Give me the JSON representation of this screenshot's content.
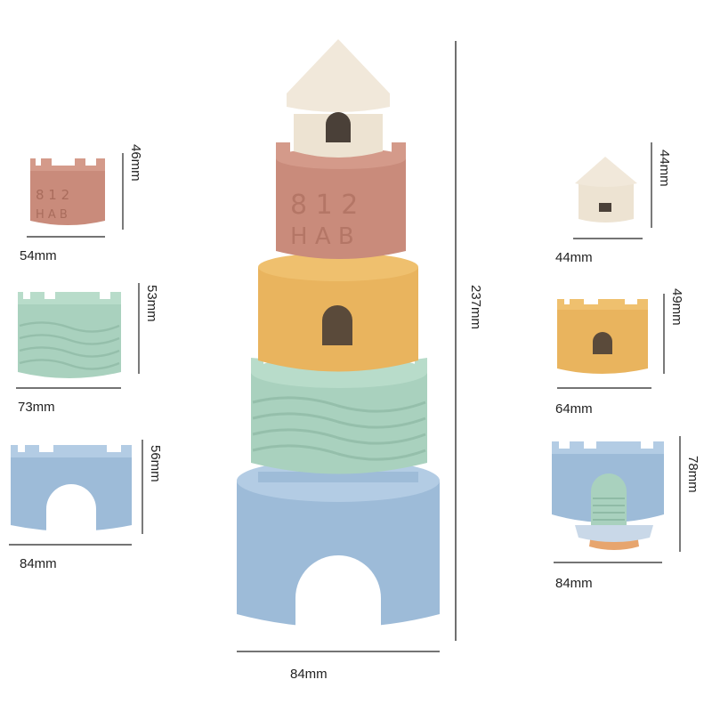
{
  "image": {
    "subject": "silicone stacking castle toy",
    "colors": {
      "ivory": "#EDE3D2",
      "terracotta": "#C98B7B",
      "mustard": "#E9B45E",
      "sage": "#A9D1BE",
      "blue": "#9DBBD8",
      "ink": "#222222"
    }
  },
  "tower": {
    "height_label": "237mm",
    "width_label": "84mm"
  },
  "left_pieces": [
    {
      "piece": "terracotta-numbered-ring",
      "height_label": "46mm",
      "width_label": "54mm",
      "embossed_digits": "8 1 2",
      "embossed_letters": "H A B"
    },
    {
      "piece": "sage-wave-ring",
      "height_label": "53mm",
      "width_label": "73mm"
    },
    {
      "piece": "blue-arch-ring",
      "height_label": "56mm",
      "width_label": "84mm"
    }
  ],
  "right_pieces": [
    {
      "piece": "ivory-roof-cap",
      "height_label": "44mm",
      "width_label": "44mm"
    },
    {
      "piece": "mustard-window-ring",
      "height_label": "49mm",
      "width_label": "64mm"
    },
    {
      "piece": "blue-arch-base",
      "height_label": "78mm",
      "width_label": "84mm"
    }
  ]
}
